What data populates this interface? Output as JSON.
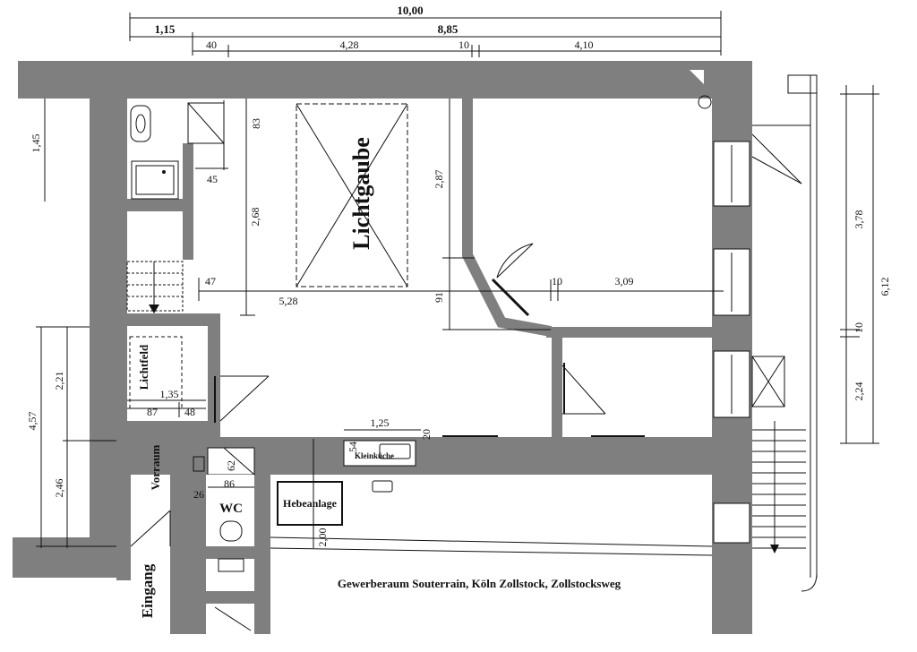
{
  "caption": "Gewerberaum Souterrain, Köln Zollstock, Zollstocksweg",
  "colors": {
    "wall": "#7f7f7f",
    "line": "#111111",
    "paper": "#ffffff"
  },
  "rooms": {
    "lichtgaube": "Lichtgaube",
    "lichtfeld": "Lichtfeld",
    "vorraum": "Vorraum",
    "wc": "WC",
    "eingang": "Eingang",
    "hebeanlage": "Hebeanlage",
    "kleinkueche": "Kleinküche"
  },
  "dimensions": {
    "top_total": "10,00",
    "top_a": "1,15",
    "top_b": "8,85",
    "top_c1": "40",
    "top_c2": "4,28",
    "top_c3": "10",
    "top_c4": "4,10",
    "left_145": "1,45",
    "left_457": "4,57",
    "left_221": "2,21",
    "left_246": "2,46",
    "d83": "83",
    "d45": "45",
    "d268": "2,68",
    "d47": "47",
    "d528": "5,28",
    "d287": "2,87",
    "d91": "91",
    "d10a": "10",
    "d309": "3,09",
    "lichtfeld_135": "1,35",
    "lichtfeld_87": "87",
    "lichtfeld_48": "48",
    "kk_125": "1,25",
    "kk_54": "54",
    "kk_20": "20",
    "wc_62": "62",
    "wc_86": "86",
    "wc_26": "26",
    "heb_200": "2,00",
    "right_378": "3,78",
    "right_612": "6,12",
    "right_10": "10",
    "right_224": "2,24"
  }
}
